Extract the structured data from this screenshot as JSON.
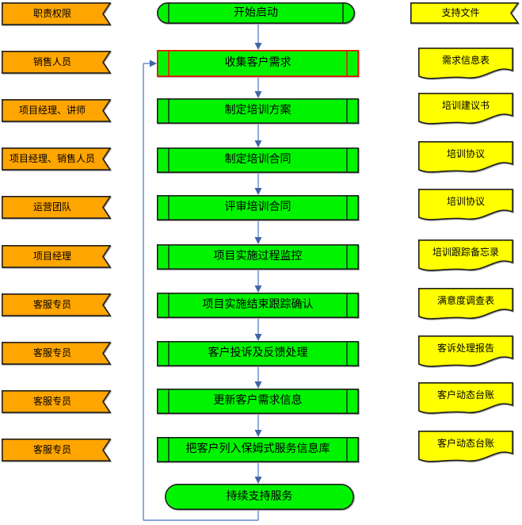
{
  "diagram": {
    "type": "flowchart",
    "columns": {
      "roles": {
        "header": "职责权限",
        "items": [
          "销售人员",
          "项目经理、讲师",
          "项目经理、销售人员",
          "运营团队",
          "项目经理",
          "客服专员",
          "客服专员",
          "客服专员",
          "客服专员"
        ]
      },
      "process": {
        "start": "开始启动",
        "steps": [
          "收集客户需求",
          "制定培训方案",
          "制定培训合同",
          "评审培训合同",
          "项目实施过程监控",
          "项目实施结束跟踪确认",
          "客户投诉及反馈处理",
          "更新客户需求信息",
          "把客户列入保姆式服务信息库"
        ],
        "end": "持续支持服务",
        "highlighted_step": "收集客户需求"
      },
      "documents": {
        "header": "支持文件",
        "items": [
          "需求信息表",
          "培训建议书",
          "培训协议",
          "培训协议",
          "培训跟踪备忘录",
          "满意度调查表",
          "客诉处理报告",
          "客户动态台账",
          "客户动态台账"
        ]
      }
    },
    "colors": {
      "role_fill": "#FFA500",
      "process_fill": "#00F400",
      "document_fill": "#FFFF00",
      "shape_border": "#1F1F1F",
      "highlight_border": "#FF0000",
      "connector_line": "#6287CE",
      "connector_head": "#4065A5",
      "text": "#000000"
    }
  }
}
